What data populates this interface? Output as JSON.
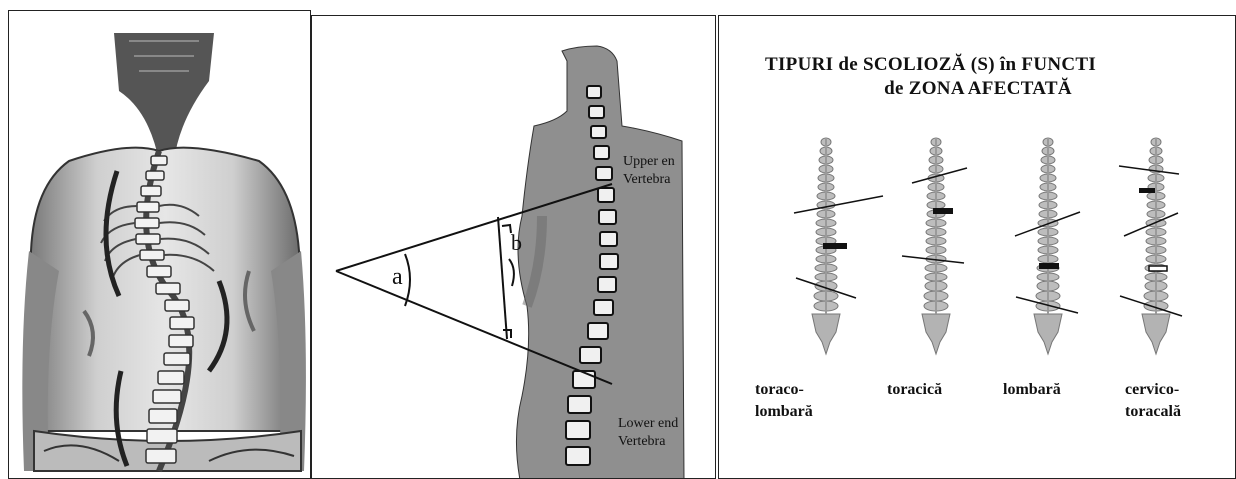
{
  "panel_diagram": {
    "upper_end_line1": "Upper en",
    "upper_end_line2": "Vertebra",
    "lower_end_line1": "Lower end",
    "lower_end_line2": "Vertebra",
    "angle_a": "a",
    "angle_b": "b"
  },
  "panel_types": {
    "title_line1": "TIPURI de SCOLIOZĂ (S) în FUNCTI",
    "title_line2": "de ZONA AFECTATĂ",
    "types": [
      {
        "line1": "toraco-",
        "line2": "lombară"
      },
      {
        "line1": "toracică",
        "line2": ""
      },
      {
        "line1": "lombară",
        "line2": ""
      },
      {
        "line1": "cervico-",
        "line2": "toracală"
      }
    ]
  }
}
